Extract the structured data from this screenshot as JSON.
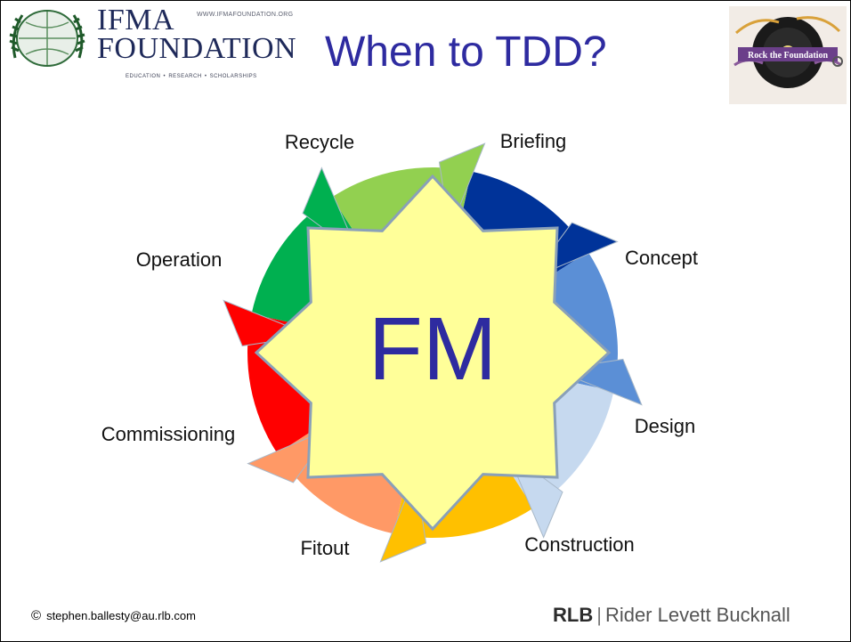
{
  "header": {
    "org_line1": "IFMA",
    "org_line2": "FOUNDATION",
    "org_url": "WWW.IFMAFOUNDATION.ORG",
    "org_tagline": "EDUCATION  •  RESEARCH  •  SCHOLARSHIPS",
    "title": "When to TDD?",
    "partner_logo_text": "Rock the Foundation"
  },
  "diagram": {
    "center_label": "FM",
    "stages": [
      {
        "label": "Briefing",
        "color": "#003399"
      },
      {
        "label": "Concept",
        "color": "#5b8fd6"
      },
      {
        "label": "Design",
        "color": "#c6d9ef"
      },
      {
        "label": "Construction",
        "color": "#ffc000"
      },
      {
        "label": "Fitout",
        "color": "#ff9966"
      },
      {
        "label": "Commissioning",
        "color": "#ff0000"
      },
      {
        "label": "Operation",
        "color": "#00b050"
      },
      {
        "label": "Recycle",
        "color": "#92d050"
      }
    ],
    "center_fill": "#ffff99",
    "center_stroke": "#8aa0b8",
    "center_text_color": "#2e2ba0"
  },
  "footer": {
    "copyright_symbol": "©",
    "email": "stephen.ballesty@au.rlb.com",
    "company_short": "RLB",
    "company_sep": "|",
    "company_full": "Rider Levett Bucknall"
  }
}
